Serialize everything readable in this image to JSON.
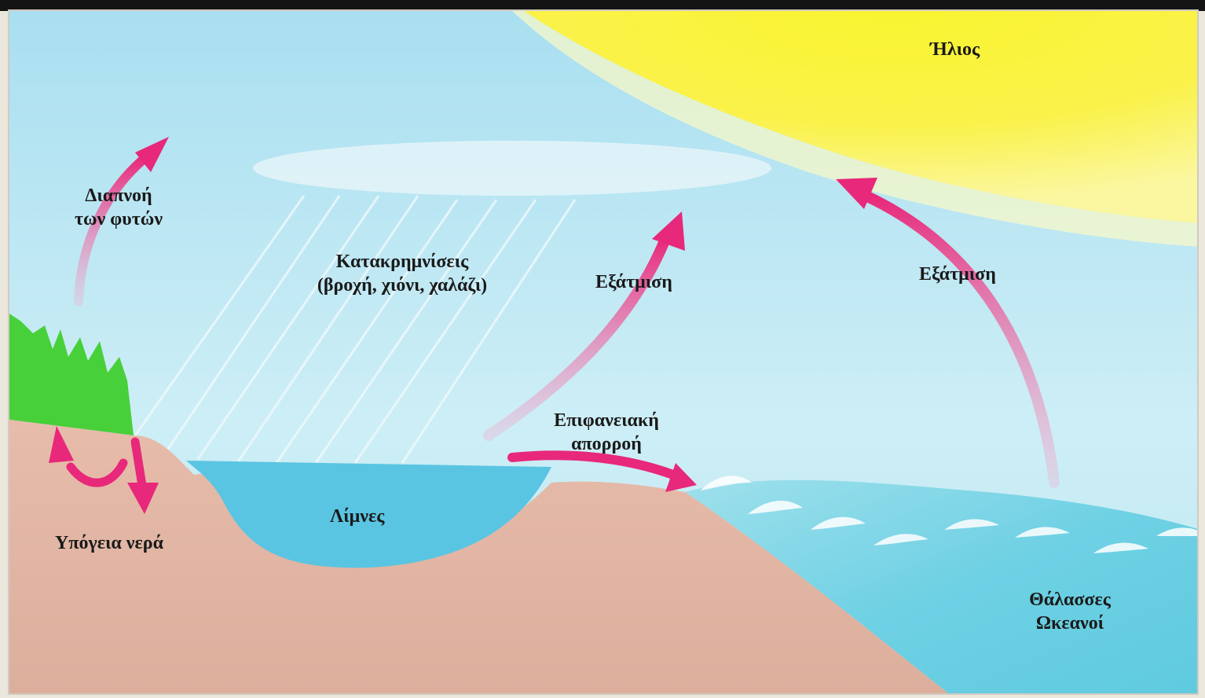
{
  "diagram": {
    "labels": {
      "sun": "Ήλιος",
      "transpiration_line1": "Διαπνοή",
      "transpiration_line2": "των φυτών",
      "precipitation_line1": "Κατακρημνίσεις",
      "precipitation_line2": "(βροχή, χιόνι, χαλάζι)",
      "evaporation_lake": "Εξάτμιση",
      "evaporation_sea": "Εξάτμιση",
      "runoff_line1": "Επιφανειακή",
      "runoff_line2": "απορροή",
      "lakes": "Λίμνες",
      "groundwater": "Υπόγεια νερά",
      "seas_line1": "Θάλασσες",
      "seas_line2": "Ωκεανοί"
    },
    "colors": {
      "sky": "#bfe8f2",
      "sun": "#f7f23a",
      "ground": "#e2b5a4",
      "lake": "#5cc6e3",
      "sea": "#7fd6e6",
      "grass": "#49d23a",
      "arrow": "#e8287a"
    }
  }
}
